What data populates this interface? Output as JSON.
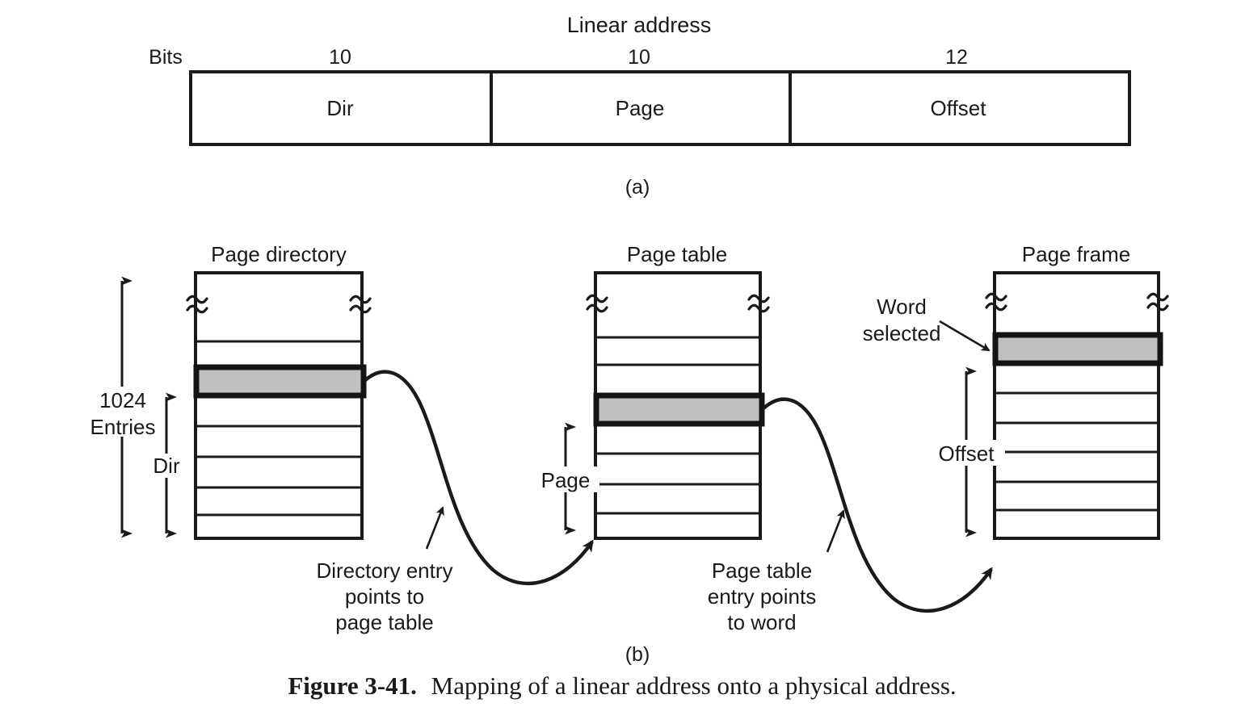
{
  "figure": {
    "caption_bold": "Figure 3-41.",
    "caption_text": "Mapping of a linear address onto a physical address.",
    "part_a_label": "(a)",
    "part_b_label": "(b)"
  },
  "colors": {
    "line": "#1a1a1a",
    "highlight_fill": "#c0c0c0",
    "highlight_border": "#141414",
    "background": "#ffffff"
  },
  "linear_address": {
    "title": "Linear address",
    "bits_label": "Bits",
    "fields": [
      {
        "bits": "10",
        "name": "Dir"
      },
      {
        "bits": "10",
        "name": "Page"
      },
      {
        "bits": "12",
        "name": "Offset"
      }
    ]
  },
  "mapping": {
    "entries_label_line1": "1024",
    "entries_label_line2": "Entries",
    "dir_span_label": "Dir",
    "page_span_label": "Page",
    "offset_span_label": "Offset",
    "word_selected_line1": "Word",
    "word_selected_line2": "selected",
    "tables": [
      {
        "title": "Page directory",
        "rows": 7,
        "highlight_index": 2
      },
      {
        "title": "Page table",
        "rows": 7,
        "highlight_index": 3
      },
      {
        "title": "Page frame",
        "rows": 7,
        "highlight_index": 1
      }
    ],
    "annotations": [
      {
        "lines": [
          "Directory entry",
          "points to",
          "page table"
        ]
      },
      {
        "lines": [
          "Page table",
          "entry points",
          "to word"
        ]
      }
    ]
  }
}
